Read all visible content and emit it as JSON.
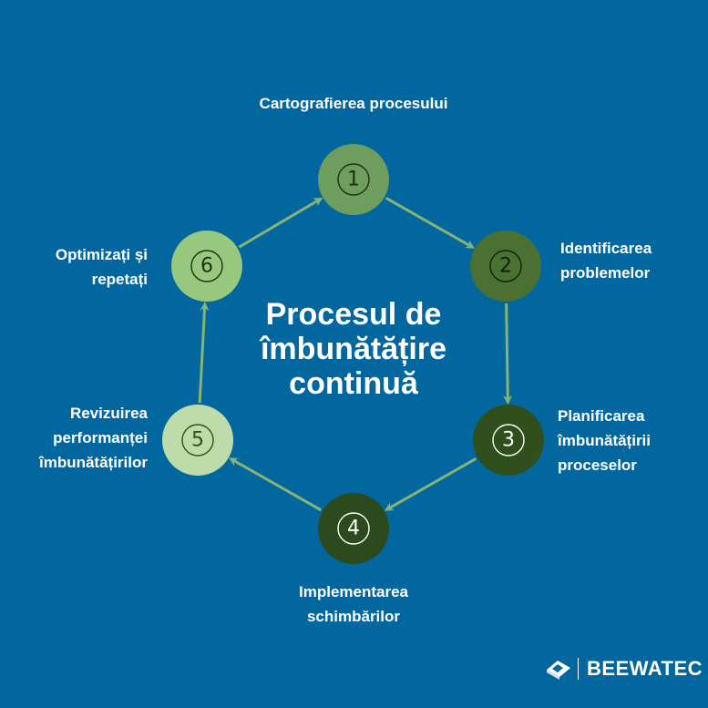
{
  "title": "Procesul de\nîmbunătățire\ncontinuă",
  "steps": [
    {
      "number": "1",
      "label": "Cartografierea procesului",
      "fill": "#6e9d5e",
      "text_color": "#1f2f15"
    },
    {
      "number": "2",
      "label": "Identificarea\nproblemelor",
      "fill": "#4a7032",
      "text_color": "#121f0b"
    },
    {
      "number": "3",
      "label": "Planificarea\nîmbunătățirii\nproceselor",
      "fill": "#2f4f1d",
      "text_color": "#ffffff"
    },
    {
      "number": "4",
      "label": "Implementarea\nschimbărilor",
      "fill": "#2b4a1d",
      "text_color": "#ffffff"
    },
    {
      "number": "5",
      "label": "Revizuirea\nperformanței\nîmbunătățirilor",
      "fill": "#bedcaa",
      "text_color": "#2f4f1d"
    },
    {
      "number": "6",
      "label": "Optimizați și\nrepetați",
      "fill": "#98c77e",
      "text_color": "#1f2f15"
    }
  ],
  "colors": {
    "background": "#03679f",
    "arrow": "#86b474",
    "label_text": "#ffffff"
  },
  "logo": {
    "text": "BEEWATEC"
  }
}
